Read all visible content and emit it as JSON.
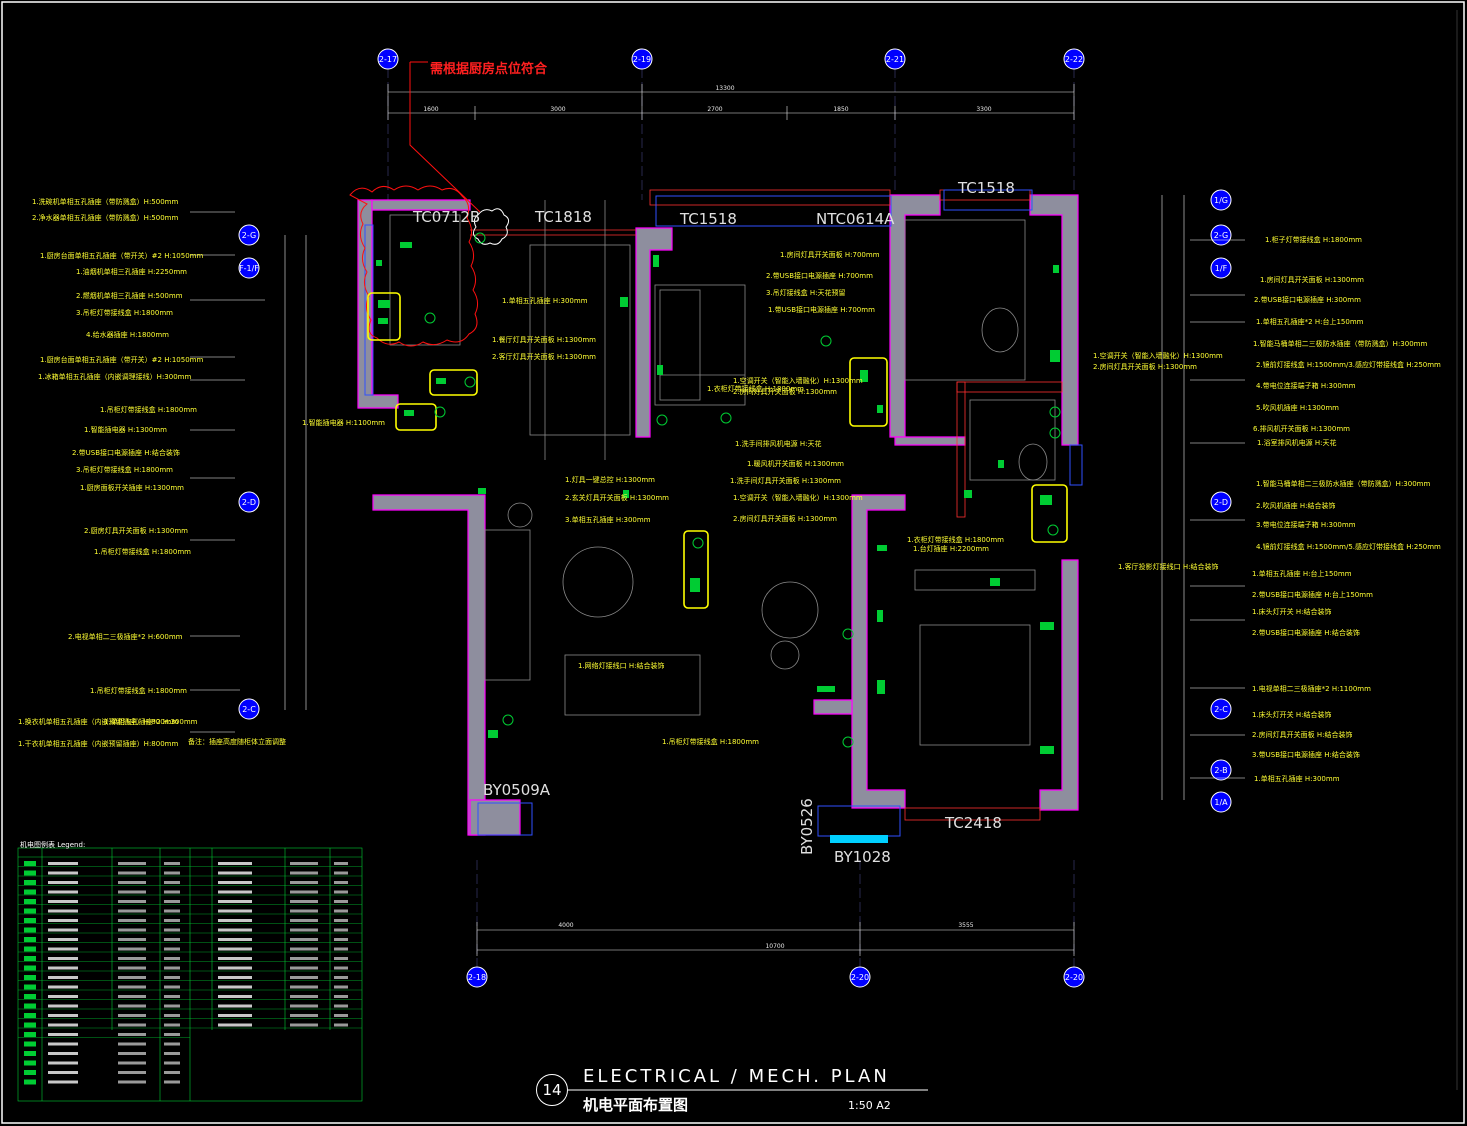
{
  "note": "需根据厨房点位符合",
  "title": {
    "number": "14",
    "english": "ELECTRICAL / MECH. PLAN",
    "chinese": "机电平面布置图",
    "scale": "1:50 A2"
  },
  "legend_title": "机电图例表 Legend:",
  "grid_top": [
    "2-17",
    "2-19",
    "2-21",
    "2-22"
  ],
  "grid_bottom": [
    "2-18",
    "2-20",
    "2-20"
  ],
  "grid_left": [
    "2-G",
    "F-1/F",
    "2-D",
    "2-C"
  ],
  "grid_right": [
    "1/G",
    "2-G",
    "1/F",
    "2-D",
    "2-C",
    "2-B",
    "1/A"
  ],
  "dims_top_total": "13300",
  "dims_top": [
    "1600",
    "3000",
    "2700",
    "1850",
    "3300"
  ],
  "dims_bottom_total": "10700",
  "dims_bottom": [
    "4000",
    "3555"
  ],
  "windows": [
    "TC0712B",
    "TC1818",
    "TC1518",
    "NTC0614A",
    "TC1518",
    "BY0509A",
    "BY0526",
    "BY1028",
    "TC2418"
  ],
  "left_labels": [
    "1.洗碗机单相五孔插座（带防溅盒）H:500mm",
    "2.净水器单相五孔插座（带防溅盒）H:500mm",
    "1.厨房台面单相五孔插座（带开关）#2 H:1050mm",
    "1.油烟机单相三孔插座 H:2250mm",
    "2.燃烟机单相三孔插座 H:500mm",
    "3.吊柜灯带接线盒 H:1800mm",
    "4.给水器插座 H:1800mm",
    "1.厨房台面单相五孔插座（带开关）#2 H:1050mm",
    "1.冰箱单相五孔插座（内嵌调理接线）H:300mm",
    "1.吊柜灯带接线盒 H:1800mm",
    "1.智能插电器 H:1300mm",
    "2.带USB接口电源插座 H:结合装饰",
    "3.吊柜灯带接线盒 H:1800mm",
    "1.厨房面板开关插座 H:1300mm",
    "2.厨房灯具开关面板 H:1300mm",
    "1.吊柜灯带接线盒 H:1800mm",
    "2.电视单相二三极插座*2 H:600mm",
    "1.吊柜灯带接线盒 H:1800mm",
    "1.单相五孔插座*2 H:300mm",
    "1.换衣机单相五孔插座（内嵌预留插座）H:800mm",
    "1.干衣机单相五孔插座（内嵌预留插座）H:800mm"
  ],
  "left_note": "备注：插座高度随柜体立面调整",
  "right_labels": [
    "1.柜子灯带接线盒 H:1800mm",
    "1.房间灯具开关面板 H:1300mm",
    "2.带USB接口电源插座 H:300mm",
    "1.单相五孔插座*2 H:台上150mm",
    "1.智能马桶单相二三极防水插座（带防溅盒）H:300mm",
    "2.镜前灯接线盒 H:1500mm/3.感应灯带接线盒 H:250mm",
    "4.带电位连接端子箱 H:300mm",
    "5.吹风机插座 H:1300mm",
    "6.排风机开关面板 H:1300mm",
    "1.浴室排风机电源 H:天花",
    "1.智能马桶单相二三极防水插座（带防溅盒）H:300mm",
    "2.吹风机插座 H:结合装饰",
    "3.带电位连接端子箱 H:300mm",
    "4.镜前灯接线盒 H:1500mm/5.感应灯带接线盒 H:250mm",
    "1.单相五孔插座 H:台上150mm",
    "2.带USB接口电源插座 H:台上150mm",
    "1.床头灯开关 H:结合装饰",
    "2.带USB接口电源插座 H:结合装饰",
    "1.电视单相二三极插座*2 H:1100mm",
    "1.床头灯开关 H:结合装饰",
    "2.房间灯具开关面板 H:结合装饰",
    "3.带USB接口电源插座 H:结合装饰",
    "1.单相五孔插座 H:300mm"
  ],
  "inner_labels": [
    "1.单相五孔插座 H:300mm",
    "1.餐厅灯具开关面板 H:1300mm",
    "2.客厅灯具开关面板 H:1300mm",
    "1.智能插电器 H:1100mm",
    "1.房间灯具开关面板 H:700mm",
    "2.带USB接口电源插座 H:700mm",
    "3.吊灯接线盒 H:天花预留",
    "1.带USB接口电源插座 H:700mm",
    "1.空调开关（智能入墙融化）H:1300mm",
    "2.房间灯具开关面板 H:1300mm",
    "1.衣柜灯带接线盒 H:1800mm",
    "1.洗手间排风机电源 H:天花",
    "1.暖风机开关面板 H:1300mm",
    "1.灯具一键总控 H:1300mm",
    "2.玄关灯具开关面板 H:1300mm",
    "3.单相五孔插座 H:300mm",
    "1.洗手间灯具开关面板 H:1300mm",
    "1.空调开关（智能入墙融化）H:1300mm",
    "2.房间灯具开关面板 H:1300mm",
    "1.衣柜灯带接线盒 H:1800mm",
    "1.台灯插座 H:2200mm",
    "1.客厅投影灯接线口 H:结合装饰",
    "1.网络灯接线口 H:结合装饰",
    "1.吊柜灯带接线盒 H:1800mm",
    "1.空调开关（智能入墙融化）H:1300mm",
    "2.房间灯具开关面板 H:1300mm"
  ]
}
